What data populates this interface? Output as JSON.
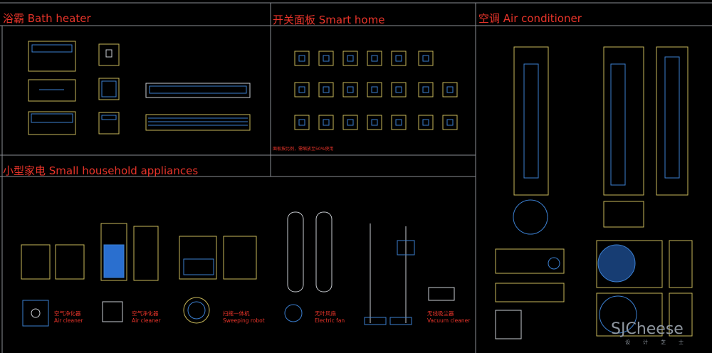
{
  "sections": {
    "bath_heater": "浴霸 Bath heater",
    "smart_home": "开关面板 Smart home",
    "air_conditioner": "空调 Air conditioner",
    "small_appliances": "小型家电 Small household appliances"
  },
  "smart_home_note": "面板按比例，需缩放至50%使用",
  "appliance_labels": [
    {
      "zh": "空气净化器",
      "en": "Air cleaner"
    },
    {
      "zh": "空气净化器",
      "en": "Air cleaner"
    },
    {
      "zh": "扫拖一体机",
      "en": "Sweeping robot"
    },
    {
      "zh": "无叶风扇",
      "en": "Electric fan"
    },
    {
      "zh": "无线吸尘器",
      "en": "Vacuum cleaner"
    }
  ],
  "logo": {
    "main": "SJCheese",
    "sub": "设计芝士"
  },
  "colors": {
    "heading": "#e8342a",
    "line_yellow": "#c8b85a",
    "line_blue": "#3b7fd0",
    "fill_blue": "#2a6fcf",
    "line_white": "#c9cdd2"
  }
}
